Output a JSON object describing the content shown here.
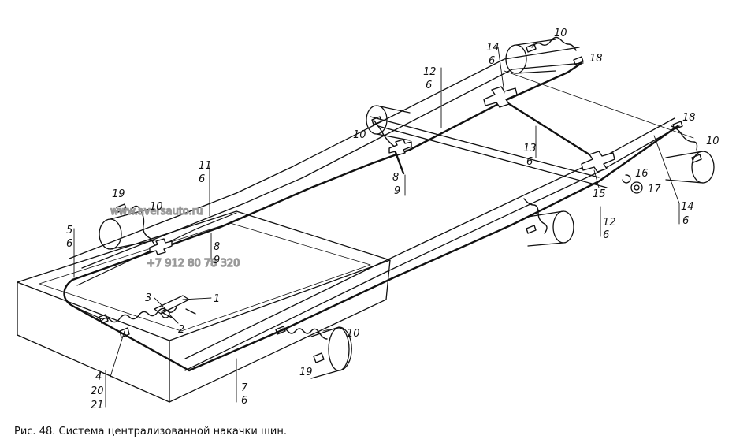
{
  "caption": "Рис. 48. Система централизованной накачки шин.",
  "watermark": {
    "site": "www.aversauto.ru",
    "phone": "+7 912 80 78 320"
  },
  "callouts": {
    "c1": "1",
    "c2": "2",
    "c3": "3",
    "c4": "4",
    "c20": "20",
    "c21": "21",
    "c5": "5",
    "c6a": "6",
    "c7": "7",
    "c6b": "6",
    "c19a": "19",
    "c10a": "10",
    "c11": "11",
    "c6c": "6",
    "c8a": "8",
    "c9a": "9",
    "c10b": "10",
    "c19b": "19",
    "c10c": "10",
    "c8b": "8",
    "c9b": "9",
    "c12a": "12",
    "c6d": "6",
    "c14a": "14",
    "c6e": "6",
    "c10d": "10",
    "c18a": "18",
    "c13": "13",
    "c6f": "6",
    "c15": "15",
    "c16": "16",
    "c17": "17",
    "c12b": "12",
    "c6g": "6",
    "c14b": "14",
    "c6h": "6",
    "c18b": "18",
    "c10e": "10"
  }
}
